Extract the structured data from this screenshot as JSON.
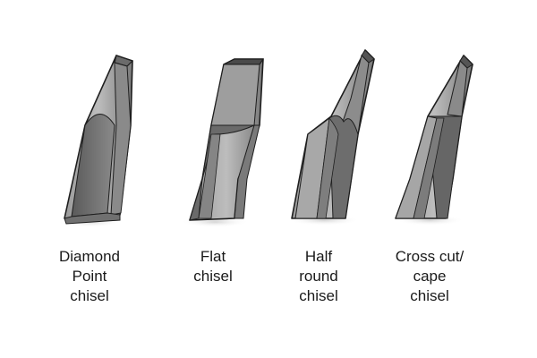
{
  "chisels": [
    {
      "name": "diamond-point-chisel",
      "label_lines": [
        "Diamond",
        "Point",
        "chisel"
      ]
    },
    {
      "name": "flat-chisel",
      "label_lines": [
        "Flat",
        "chisel"
      ]
    },
    {
      "name": "half-round-chisel",
      "label_lines": [
        "Half",
        "round",
        "chisel"
      ]
    },
    {
      "name": "cross-cut-cape-chisel",
      "label_lines": [
        "Cross cut/",
        "cape",
        "chisel"
      ]
    }
  ],
  "colors": {
    "outline": "#1e1e1e",
    "steel_light": "#b9b9b9",
    "steel_mid": "#8e8e8e",
    "steel_dark": "#5c5c5c",
    "shadow": "#d9d9d9"
  }
}
